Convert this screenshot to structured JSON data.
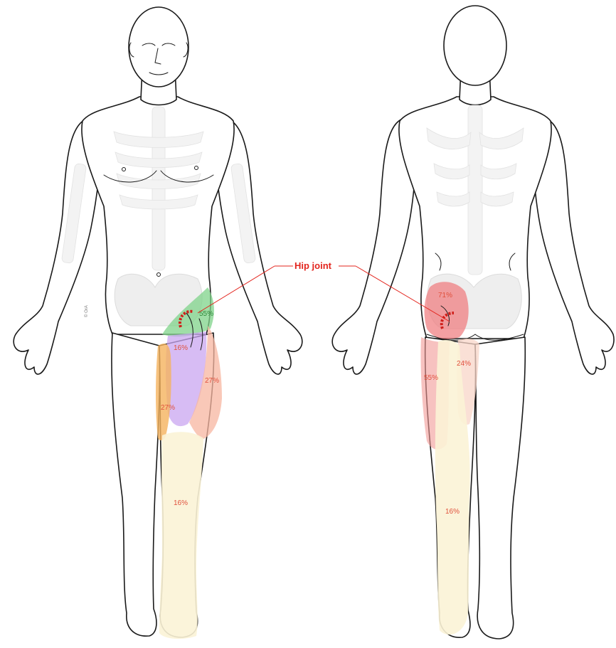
{
  "callout": {
    "label": "Hip joint"
  },
  "copyright": "© OrA",
  "front_view": {
    "regions": [
      {
        "value": "55%",
        "color": "#7fd38a"
      },
      {
        "value": "16%",
        "color": "#c9a6f0"
      },
      {
        "value": "27%",
        "color": "#f7b6a0"
      },
      {
        "value": "27%",
        "color": "#f5b35e"
      },
      {
        "value": "16%",
        "color": "#fbf3d6"
      }
    ]
  },
  "back_view": {
    "regions": [
      {
        "value": "71%",
        "color": "#f0787a"
      },
      {
        "value": "55%",
        "color": "#f29a96"
      },
      {
        "value": "24%",
        "color": "#f8d6c8"
      },
      {
        "value": "16%",
        "color": "#fbf3d6"
      }
    ]
  },
  "colors": {
    "callout_line": "#e3241d",
    "joint_marker": "#d0201b"
  }
}
